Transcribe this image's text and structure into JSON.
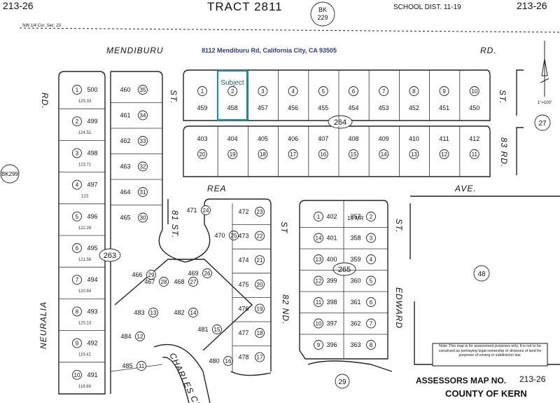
{
  "header": {
    "left_code": "213-26",
    "tract": "TRACT 2811",
    "book_top": "BK",
    "book_num": "229",
    "school": "SCHOOL  DIST.  11-19",
    "right_code": "213-26"
  },
  "corner_note": "NW 1/4 Cor. Sec. 23",
  "address": "8112 Mendiburu Rd, California City, CA 93505",
  "subject_label": "Subject",
  "highlight_color": "#1a8fa0",
  "address_color": "#2b3d8a",
  "streets": {
    "mendiburu": "MENDIBURU",
    "rd_top": "RD.",
    "rd_left": "RD.",
    "st_81_top": "ST.",
    "st_right": "ST.",
    "rea": "REA",
    "ave": "AVE.",
    "rd_83": "83 RD.",
    "st_81": "81 ST.",
    "st_mid": "ST",
    "nd_82": "82 ND.",
    "st_lower": "ST.",
    "edward": "EDWARD",
    "neuralia": "NEURALIA",
    "charles": "CHARLES CT."
  },
  "side_refs": {
    "bk299": "BK299",
    "ref27": "27",
    "ref48": "48",
    "ref29": "29"
  },
  "block_labels": {
    "b264": "264",
    "b263": "263",
    "b265": "265"
  },
  "top_row": [
    {
      "circ": "1",
      "lot": "459"
    },
    {
      "circ": "2",
      "lot": "458"
    },
    {
      "circ": "3",
      "lot": "457"
    },
    {
      "circ": "4",
      "lot": "456"
    },
    {
      "circ": "5",
      "lot": "455"
    },
    {
      "circ": "6",
      "lot": "454"
    },
    {
      "circ": "7",
      "lot": "453"
    },
    {
      "circ": "8",
      "lot": "452"
    },
    {
      "circ": "9",
      "lot": "451"
    },
    {
      "circ": "10",
      "lot": "450"
    }
  ],
  "second_row": [
    {
      "circ": "20",
      "lot": "403"
    },
    {
      "circ": "19",
      "lot": "404"
    },
    {
      "circ": "18",
      "lot": "405"
    },
    {
      "circ": "17",
      "lot": "406"
    },
    {
      "circ": "16",
      "lot": "407"
    },
    {
      "circ": "15",
      "lot": "408"
    },
    {
      "circ": "14",
      "lot": "409"
    },
    {
      "circ": "13",
      "lot": "410"
    },
    {
      "circ": "12",
      "lot": "411"
    },
    {
      "circ": "11",
      "lot": "412"
    }
  ],
  "left_col": [
    {
      "circ": "1",
      "lot": "500"
    },
    {
      "circ": "2",
      "lot": "499"
    },
    {
      "circ": "3",
      "lot": "498"
    },
    {
      "circ": "4",
      "lot": "497"
    },
    {
      "circ": "5",
      "lot": "496"
    },
    {
      "circ": "6",
      "lot": "495"
    },
    {
      "circ": "7",
      "lot": "494"
    },
    {
      "circ": "8",
      "lot": "493"
    },
    {
      "circ": "9",
      "lot": "492"
    },
    {
      "circ": "10",
      "lot": "491"
    }
  ],
  "left_dims": [
    "125.33",
    "124.52",
    "123.71",
    "123",
    "122.28",
    "121.56",
    "120.84",
    "120.13",
    "119.41",
    "118.69"
  ],
  "second_col": [
    {
      "circ": "35",
      "lot": "460"
    },
    {
      "circ": "34",
      "lot": "461"
    },
    {
      "circ": "33",
      "lot": "462"
    },
    {
      "circ": "32",
      "lot": "463"
    },
    {
      "circ": "31",
      "lot": "464"
    },
    {
      "circ": "30",
      "lot": "465"
    }
  ],
  "cul_de_sac": [
    {
      "circ": "29",
      "lot": "466"
    },
    {
      "circ": "28",
      "lot": "467"
    },
    {
      "circ": "27",
      "lot": "468"
    },
    {
      "circ": "26",
      "lot": "469"
    },
    {
      "circ": "25",
      "lot": "470"
    },
    {
      "circ": "24",
      "lot": "471"
    },
    {
      "circ": "13",
      "lot": "483"
    },
    {
      "circ": "14",
      "lot": "482"
    },
    {
      "circ": "15",
      "lot": "481"
    },
    {
      "circ": "16",
      "lot": "480"
    },
    {
      "circ": "12",
      "lot": "484"
    },
    {
      "circ": "11",
      "lot": "485"
    }
  ],
  "mid_col": [
    {
      "circ": "23",
      "lot": "472"
    },
    {
      "circ": "22",
      "lot": "473"
    },
    {
      "circ": "21",
      "lot": "474"
    },
    {
      "circ": "20",
      "lot": "475"
    },
    {
      "circ": "19",
      "lot": "476"
    },
    {
      "circ": "18",
      "lot": "477"
    },
    {
      "circ": "17",
      "lot": "478"
    }
  ],
  "block265": [
    {
      "circ": "1",
      "lot": "402",
      "circ2": "2",
      "lot2": "357"
    },
    {
      "circ": "14",
      "lot": "401",
      "circ2": "3",
      "lot2": "358"
    },
    {
      "circ": "13",
      "lot": "400",
      "circ2": "4",
      "lot2": "359"
    },
    {
      "circ": "12",
      "lot": "399",
      "circ2": "5",
      "lot2": "360"
    },
    {
      "circ": "11",
      "lot": "398",
      "circ2": "6",
      "lot2": "361"
    },
    {
      "circ": "10",
      "lot": "397",
      "circ2": "7",
      "lot2": "362"
    },
    {
      "circ": "9",
      "lot": "396",
      "circ2": "8",
      "lot2": "363"
    }
  ],
  "mr_note": "15 MR",
  "note": "Note: This map is for assessment purposes only. It is not to be construed as portraying legal ownership or divisions of land for purposes of zoning or subdivision law.",
  "footer": {
    "assessor": "ASSESSORS MAP NO.",
    "map_no": "213-26",
    "county": "COUNTY OF KERN",
    "scale": "1\"=100'"
  }
}
